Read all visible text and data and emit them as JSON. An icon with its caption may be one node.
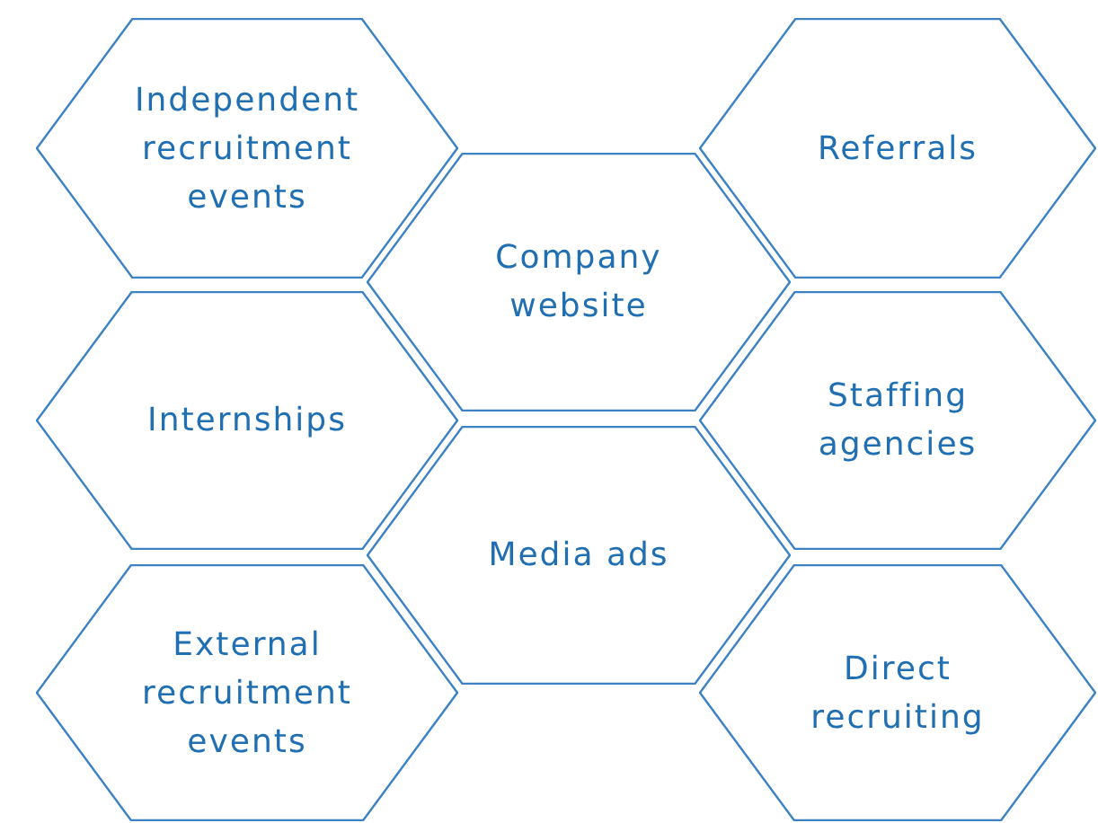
{
  "diagram": {
    "nodes": [
      {
        "text": [
          "Independent recruitment events"
        ]
      },
      {
        "text": [
          "Referrals"
        ]
      },
      {
        "text": [
          "Company website"
        ]
      },
      {
        "text": [
          "Internships"
        ]
      },
      {
        "text": [
          "Staffing agencies"
        ]
      },
      {
        "text": [
          "Media ads"
        ]
      },
      {
        "text": [
          "External recruitment events"
        ]
      },
      {
        "text": [
          "Direct recruiting"
        ]
      }
    ]
  }
}
